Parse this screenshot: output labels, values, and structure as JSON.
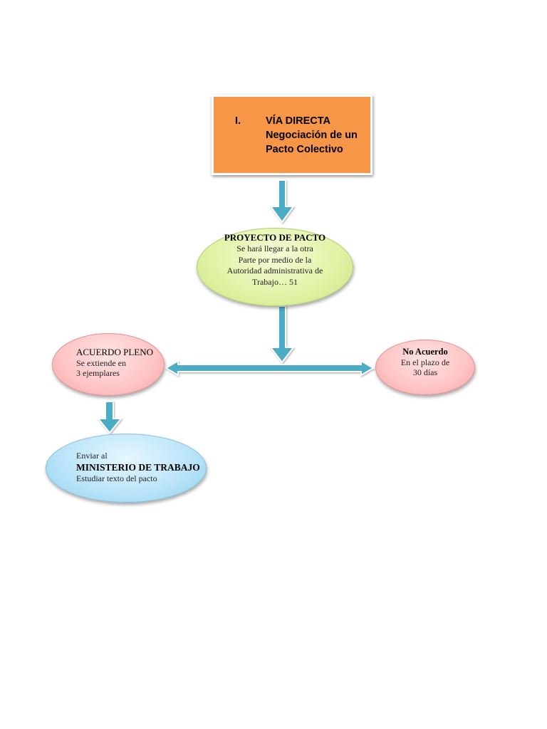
{
  "colors": {
    "title_box": "#f79646",
    "proyecto": "#e2f3a8",
    "acuerdo": "#ffc4c4",
    "no_acuerdo": "#ffc4c4",
    "ministerio": "#b8e3f8",
    "arrow": "#4bacc6"
  },
  "title": {
    "number": "I.",
    "lines": [
      "VÍA DIRECTA",
      "Negociación de un",
      "Pacto Colectivo"
    ]
  },
  "proyecto": {
    "heading": "PROYECTO DE PACTO",
    "lines": [
      "Se hará llegar a la otra",
      "Parte por medio de la",
      "Autoridad administrativa de",
      "Trabajo… 51"
    ]
  },
  "acuerdo": {
    "heading": "ACUERDO PLENO",
    "lines": [
      "Se extiende en",
      "3 ejemplares"
    ]
  },
  "no_acuerdo": {
    "heading": "No Acuerdo",
    "lines": [
      "En el plazo de",
      "30 días"
    ]
  },
  "ministerio": {
    "line1": "Enviar al",
    "heading": "MINISTERIO DE TRABAJO",
    "line3": "Estudiar texto del pacto"
  }
}
